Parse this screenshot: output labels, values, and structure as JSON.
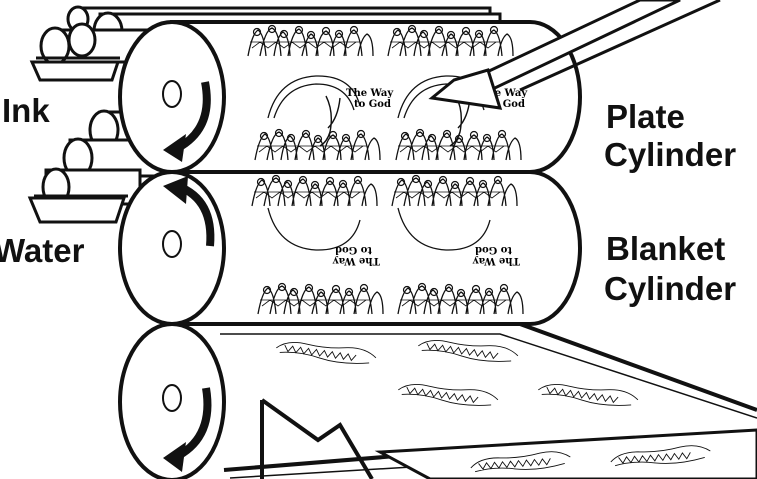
{
  "labels": {
    "ink": "Ink",
    "water": "Water",
    "plate_line1": "Plate",
    "plate_line2": "Cylinder",
    "blanket_line1": "Blanket",
    "blanket_line2": "Cylinder"
  },
  "plate_text": {
    "line1": "The Way",
    "line2": "to God"
  },
  "colors": {
    "ink": "#111111",
    "paper": "#ffffff"
  }
}
